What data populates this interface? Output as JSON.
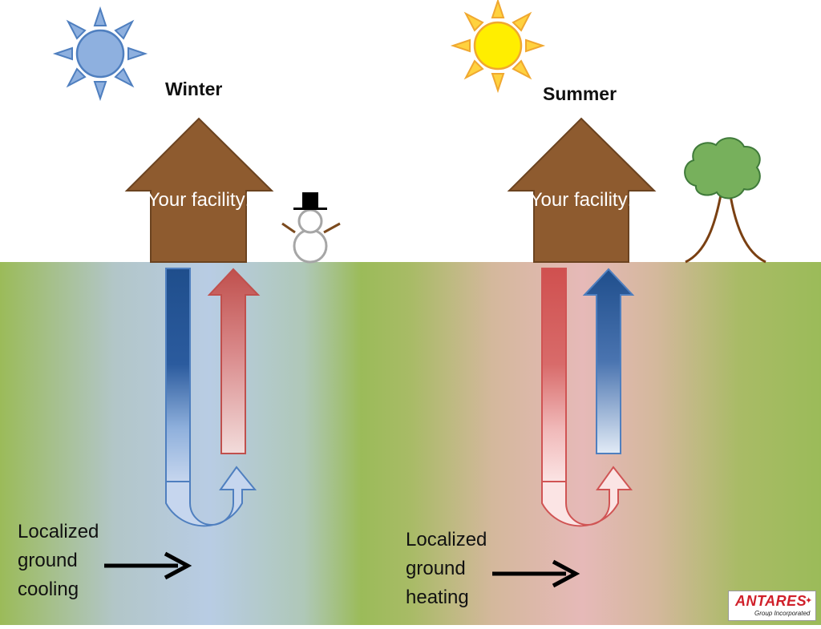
{
  "winter": {
    "title": "Winter",
    "facility_label": "Your facility!",
    "ground_note": "Localized ground cooling"
  },
  "summer": {
    "title": "Summer",
    "facility_label": "Your facility!",
    "ground_note": "Localized ground heating"
  },
  "logo": {
    "wordmark": "ANTARES",
    "subtitle": "Group Incorporated"
  },
  "icons": {
    "winter_sun": "pale-blue-sun-icon",
    "summer_sun": "yellow-sun-icon",
    "snowman": "snowman-icon",
    "tree": "tree-icon",
    "arrow": "right-arrow-icon"
  },
  "colors": {
    "ground": "#9bbb59",
    "house": "#8e5b2f",
    "cold_pipe": "#1f4e8c",
    "warm_pipe": "#c0504d",
    "cold_zone": "#b8cce4",
    "warm_zone": "#e6b9b8",
    "winter_sun": "#7fa6d8",
    "summer_sun": "#ffee00"
  }
}
